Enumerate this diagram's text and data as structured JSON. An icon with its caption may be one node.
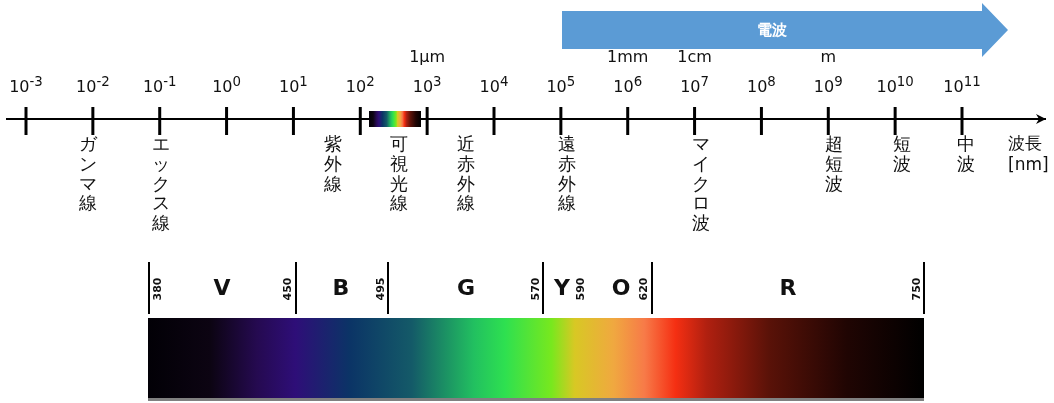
{
  "diagram": {
    "nodes": [
      {
        "text": [
          "電波"
        ]
      }
    ],
    "labels": [
      "1μm",
      "1mm",
      "1cm",
      "m",
      "10$^{-3}$",
      "10$^{-2}$",
      "10$^{-1}$",
      "10$^{0}$",
      "10$^{1}$",
      "10$^{2}$",
      "10$^{3}$",
      "10$^{4}$",
      "10$^{5}$",
      "10$^{6}$",
      "10$^{7}$",
      "10$^{8}$",
      "10$^{9}$",
      "10$^{10}$",
      "10$^{11}$",
      "ガンマ線",
      "エックス線",
      "紫外線",
      "可視光線",
      "近赤外線",
      "遠赤外線",
      "マイクロ波",
      "超短波",
      "短波",
      "中波",
      "波長 [nm]",
      "380",
      "V",
      "450",
      "B",
      "495",
      "G",
      "570",
      "Y",
      "590",
      "O",
      "620",
      "R",
      "750"
    ]
  }
}
